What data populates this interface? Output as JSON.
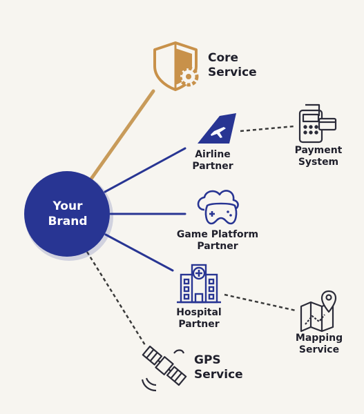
{
  "hub": {
    "line1": "Your",
    "line2": "Brand"
  },
  "nodes": {
    "core": {
      "line1": "Core",
      "line2": "Service"
    },
    "airline": {
      "line1": "Airline",
      "line2": "Partner"
    },
    "payment": {
      "line1": "Payment",
      "line2": "System"
    },
    "game": {
      "line1": "Game Platform",
      "line2": "Partner"
    },
    "hospital": {
      "line1": "Hospital",
      "line2": "Partner"
    },
    "mapping": {
      "line1": "Mapping",
      "line2": "Service"
    },
    "gps": {
      "line1": "GPS",
      "line2": "Service"
    }
  },
  "colors": {
    "background": "#f7f5f0",
    "hub": "#283593",
    "partner_line": "#283593",
    "core_line": "#c89b5a",
    "dashed_line": "#3a3a3a",
    "icon_gold": "#c8914a",
    "icon_navy": "#283593"
  },
  "icons": {
    "core": "shield-gear-icon",
    "airline": "airplane-tail-icon",
    "payment": "card-terminal-icon",
    "game": "cloud-gamepad-icon",
    "hospital": "hospital-building-icon",
    "mapping": "map-pin-icon",
    "gps": "satellite-icon"
  }
}
